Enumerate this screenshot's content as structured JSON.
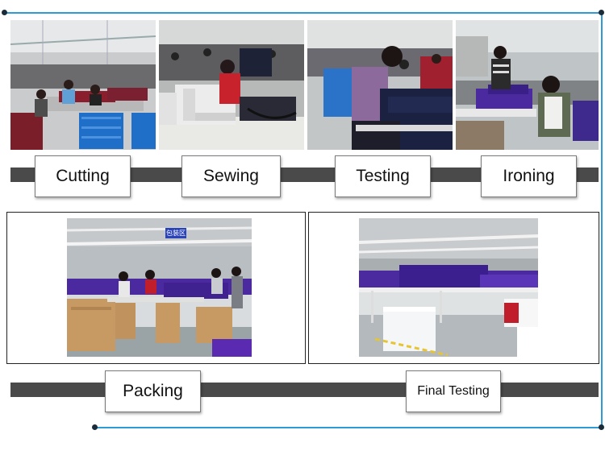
{
  "steps_row1": [
    {
      "label": "Cutting"
    },
    {
      "label": "Sewing"
    },
    {
      "label": "Testing"
    },
    {
      "label": "Ironing"
    }
  ],
  "steps_row2": [
    {
      "label": "Packing"
    },
    {
      "label": "Final Testing"
    }
  ],
  "packing_sign": "包装区",
  "colors": {
    "frame_blue": "#2f9bd6",
    "bar_gray": "#4a4a4a",
    "garment_purple": "#4b2aa0"
  }
}
